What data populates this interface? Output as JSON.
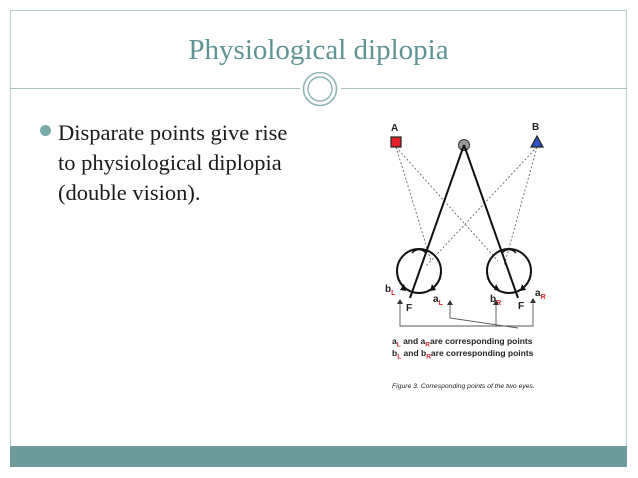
{
  "slide": {
    "title": "Physiological diplopia",
    "bullet": "Disparate points give rise to physiological diplopia (double vision)."
  },
  "figure": {
    "point_a": "A",
    "point_b": "B",
    "b_left": "b",
    "b_left_sub": "L",
    "a_left": "a",
    "a_left_sub": "L",
    "f_left": "F",
    "b_right": "b",
    "b_right_sub": "R",
    "f_right": "F",
    "a_right": "a",
    "a_right_sub": "R",
    "legend_line1": {
      "a": "a",
      "a_sub": "L",
      "mid": " and a",
      "mid_sub": "R",
      "rest": "are corresponding points"
    },
    "legend_line2": {
      "b": "b",
      "b_sub": "L",
      "mid": " and b",
      "mid_sub": "R",
      "rest": "are corresponding points"
    },
    "caption": "Figure 3. Corresponding points of the two eyes.",
    "colors": {
      "square_a": "#e0212b",
      "triangle_b": "#2d4fc4",
      "fixation": "#9a9a9a"
    }
  }
}
